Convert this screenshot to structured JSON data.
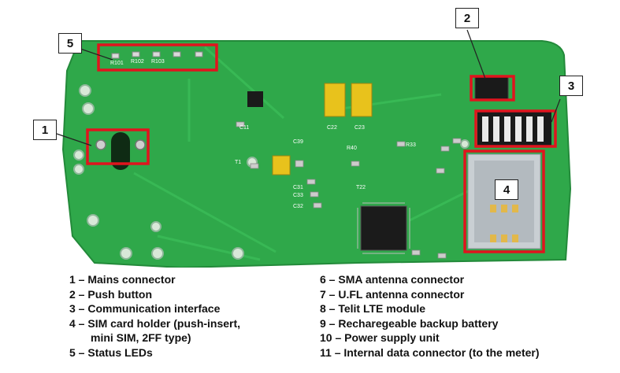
{
  "callouts": {
    "c1": "1",
    "c2": "2",
    "c3": "3",
    "c4": "4",
    "c5": "5"
  },
  "pcb_labels": {
    "r101": "R101",
    "r102": "R102",
    "r103": "R103",
    "c22": "C22",
    "c23": "C23",
    "c32": "C32",
    "c33": "C33",
    "c31": "C31",
    "t1": "T1",
    "r40": "R40",
    "c39": "C39",
    "t22": "T22",
    "r33": "R33",
    "c11": "C11"
  },
  "legend": {
    "left": [
      "1 – Mains connector",
      "2 – Push button",
      "3 – Communication interface",
      "4 – SIM card holder (push-insert,",
      "mini SIM, 2FF type)",
      "5 – Status LEDs"
    ],
    "right": [
      "6 – SMA antenna connector",
      "7 – U.FL antenna connector",
      "8 – Telit LTE module",
      "9 – Recharegeable backup battery",
      "10 – Power supply unit",
      "11 – Internal data connector (to the meter)"
    ]
  },
  "colors": {
    "board": "#2fa84a",
    "highlight": "#e0141e"
  }
}
